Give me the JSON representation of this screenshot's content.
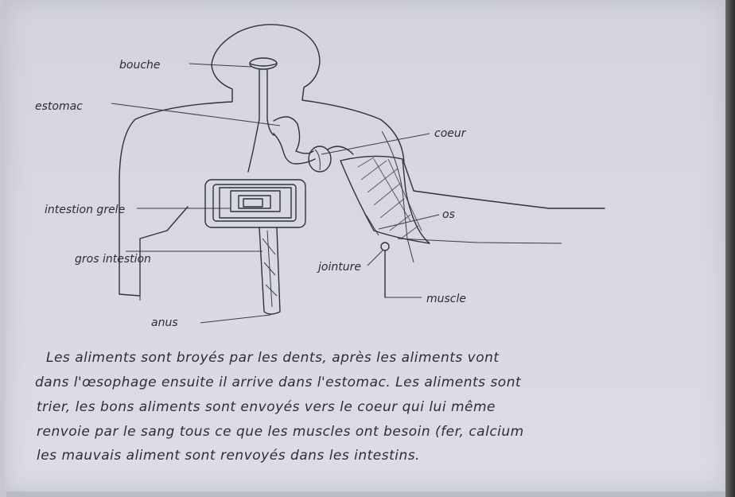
{
  "labels": {
    "bouche": "bouche",
    "estomac": "estomac",
    "coeur": "coeur",
    "intestin_grele": "intestion grele",
    "gros_intestin": "gros intestion",
    "os": "os",
    "jointure": "jointure",
    "muscle": "muscle",
    "anus": "anus"
  },
  "text_lines": [
    "Les aliments sont broyés par les dents, après les aliments vont",
    "dans l'œsophage ensuite il arrive dans l'estomac. Les aliments sont",
    "trier, les bons aliments sont envoyés vers le coeur qui lui même",
    "renvoie par le sang tous ce que les muscles ont besoin (fer, calcium",
    "les mauvais aliment sont renvoyés dans les intestins."
  ],
  "colors": {
    "paper": "#d6d7e0",
    "ink": "#2f3040",
    "blue_ink": "#2d3fb0"
  }
}
